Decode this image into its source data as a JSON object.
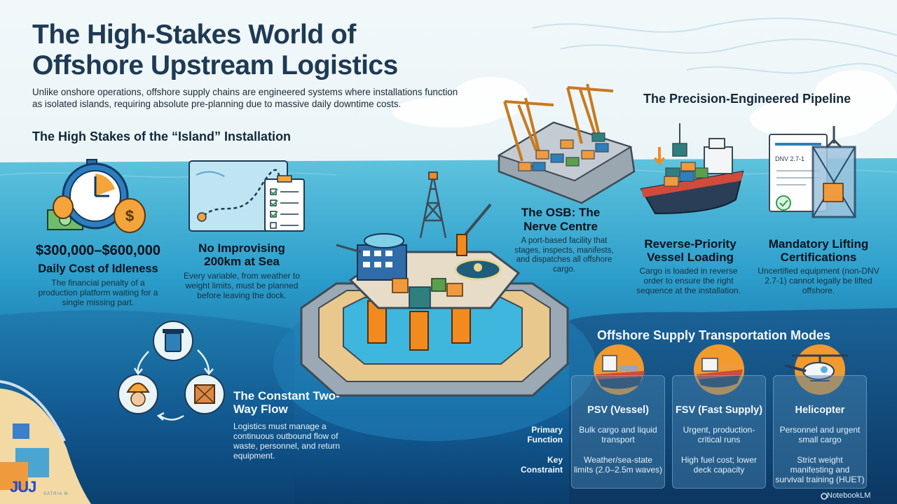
{
  "header": {
    "title_pre": "The ",
    "title_bold": "High-Stakes World",
    "title_post": " of",
    "title_line2": "Offshore Upstream Logistics",
    "intro": "Unlike onshore operations, offshore supply chains are engineered systems where installations function as isolated islands, requiring absolute pre-planning due to massive daily downtime costs."
  },
  "island": {
    "heading": "The High Stakes of the “Island” Installation",
    "cost_value": "$300,000–$600,000",
    "cost_label": "Daily Cost of Idleness",
    "cost_desc": "The financial penalty of a production platform waiting for a single missing part.",
    "noimp_title": "No Improvising 200km at Sea",
    "noimp_desc": "Every variable, from weather to weight limits, must be planned before leaving the dock."
  },
  "flow": {
    "title": "The Constant Two-Way Flow",
    "desc": "Logistics must manage a continuous outbound flow of waste, personnel, and return equipment."
  },
  "pipeline": {
    "heading": "The Precision-Engineered Pipeline",
    "osb_title": "The OSB: The Nerve Centre",
    "osb_desc": "A port-based facility that stages, inspects, manifests, and dispatches all offshore cargo.",
    "rev_title": "Reverse-Priority Vessel Loading",
    "rev_desc": "Cargo is loaded in reverse order to ensure the right sequence at the installation.",
    "lift_title": "Mandatory Lifting Certifications",
    "lift_desc": "Uncertified equipment (non-DNV 2.7-1) cannot legally be lifted offshore.",
    "cert_label": "DNV 2.7-1"
  },
  "modes": {
    "heading": "Offshore Supply Transportation Modes",
    "row_primary": "Primary Function",
    "row_constraint": "Key Constraint",
    "items": [
      {
        "name": "PSV (Vessel)",
        "primary": "Bulk cargo and liquid transport",
        "constraint": "Weather/sea-state limits (2.0–2.5m waves)"
      },
      {
        "name": "FSV (Fast Supply)",
        "primary": "Urgent, production-critical runs",
        "constraint": "High fuel cost; lower deck capacity"
      },
      {
        "name": "Helicopter",
        "primary": "Personnel and urgent small cargo",
        "constraint": "Strict weight manifesting and survival training (HUET)"
      }
    ]
  },
  "footer": {
    "brand": "NotebookLM",
    "watermark": "JUJ",
    "watermark_sub": "SATRIA M."
  },
  "colors": {
    "sea_dark": "#0b4a7e",
    "sea_mid": "#1c86b8",
    "accent_orange": "#f29a2e",
    "title_blue": "#1e3a54"
  }
}
